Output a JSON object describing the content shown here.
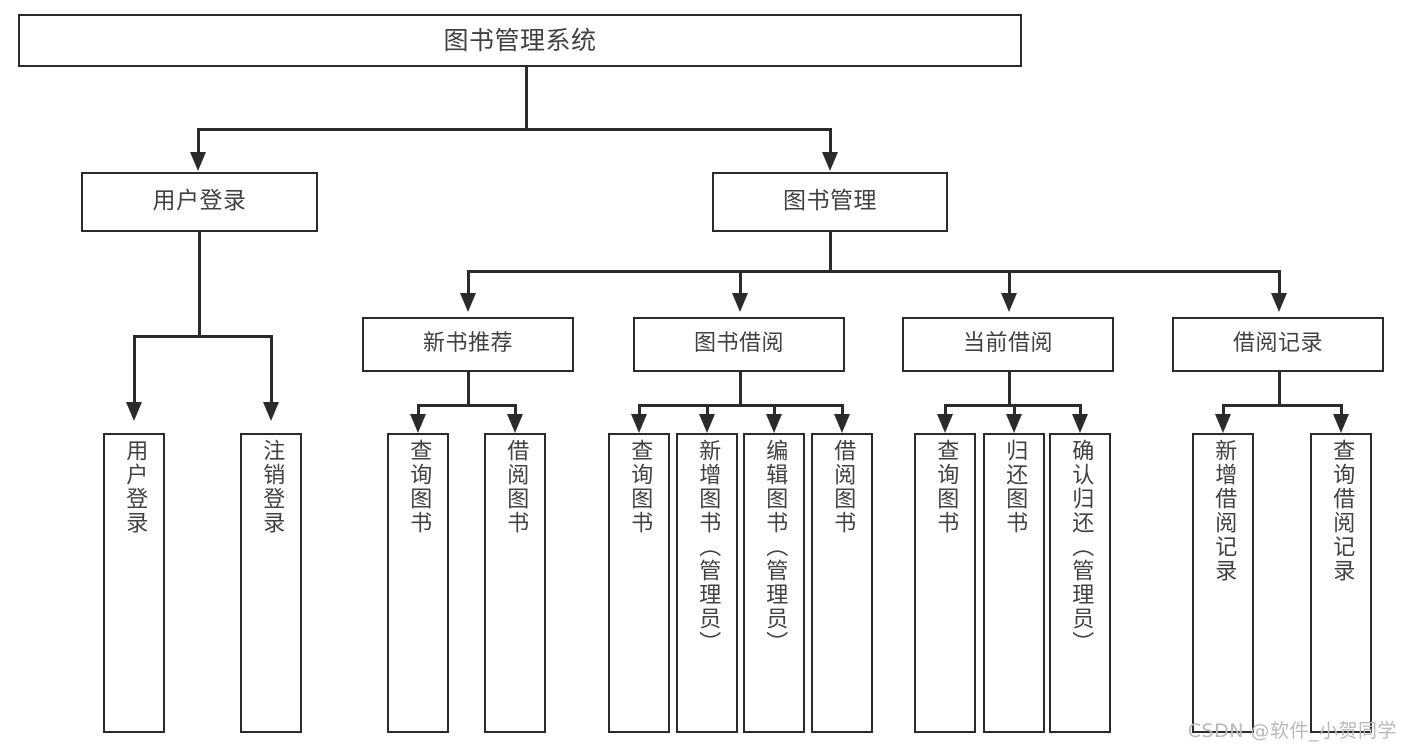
{
  "diagram": {
    "type": "tree-structure-chart",
    "title": "图书管理系统",
    "root": {
      "id": "root",
      "label": "图书管理系统"
    },
    "level2": [
      {
        "id": "user-login",
        "label": "用户登录"
      },
      {
        "id": "book-manage",
        "label": "图书管理"
      }
    ],
    "level3": [
      {
        "id": "new-book-recommend",
        "label": "新书推荐"
      },
      {
        "id": "book-borrow",
        "label": "图书借阅"
      },
      {
        "id": "current-borrow",
        "label": "当前借阅"
      },
      {
        "id": "borrow-record",
        "label": "借阅记录"
      }
    ],
    "leaves": [
      {
        "id": "leaf-user-login",
        "label": "用户登录",
        "parent": "user-login"
      },
      {
        "id": "leaf-user-logout",
        "label": "注销登录",
        "parent": "user-login"
      },
      {
        "id": "leaf-query-book-1",
        "label": "查询图书",
        "parent": "new-book-recommend"
      },
      {
        "id": "leaf-borrow-book-1",
        "label": "借阅图书",
        "parent": "new-book-recommend"
      },
      {
        "id": "leaf-query-book-2",
        "label": "查询图书",
        "parent": "book-borrow"
      },
      {
        "id": "leaf-add-book",
        "label": "新增图书（管理员）",
        "parent": "book-borrow"
      },
      {
        "id": "leaf-edit-book",
        "label": "编辑图书（管理员）",
        "parent": "book-borrow"
      },
      {
        "id": "leaf-borrow-book-2",
        "label": "借阅图书",
        "parent": "book-borrow"
      },
      {
        "id": "leaf-query-book-3",
        "label": "查询图书",
        "parent": "current-borrow"
      },
      {
        "id": "leaf-return-book",
        "label": "归还图书",
        "parent": "current-borrow"
      },
      {
        "id": "leaf-confirm-return",
        "label": "确认归还（管理员）",
        "parent": "current-borrow"
      },
      {
        "id": "leaf-add-record",
        "label": "新增借阅记录",
        "parent": "borrow-record"
      },
      {
        "id": "leaf-query-record",
        "label": "查询借阅记录",
        "parent": "borrow-record"
      }
    ],
    "colors": {
      "stroke": "#2b2b2b",
      "fill": "#ffffff",
      "text": "#414141",
      "watermark": "#b9b9b9"
    }
  },
  "watermark": {
    "text": "CSDN @软件_小贺同学"
  }
}
